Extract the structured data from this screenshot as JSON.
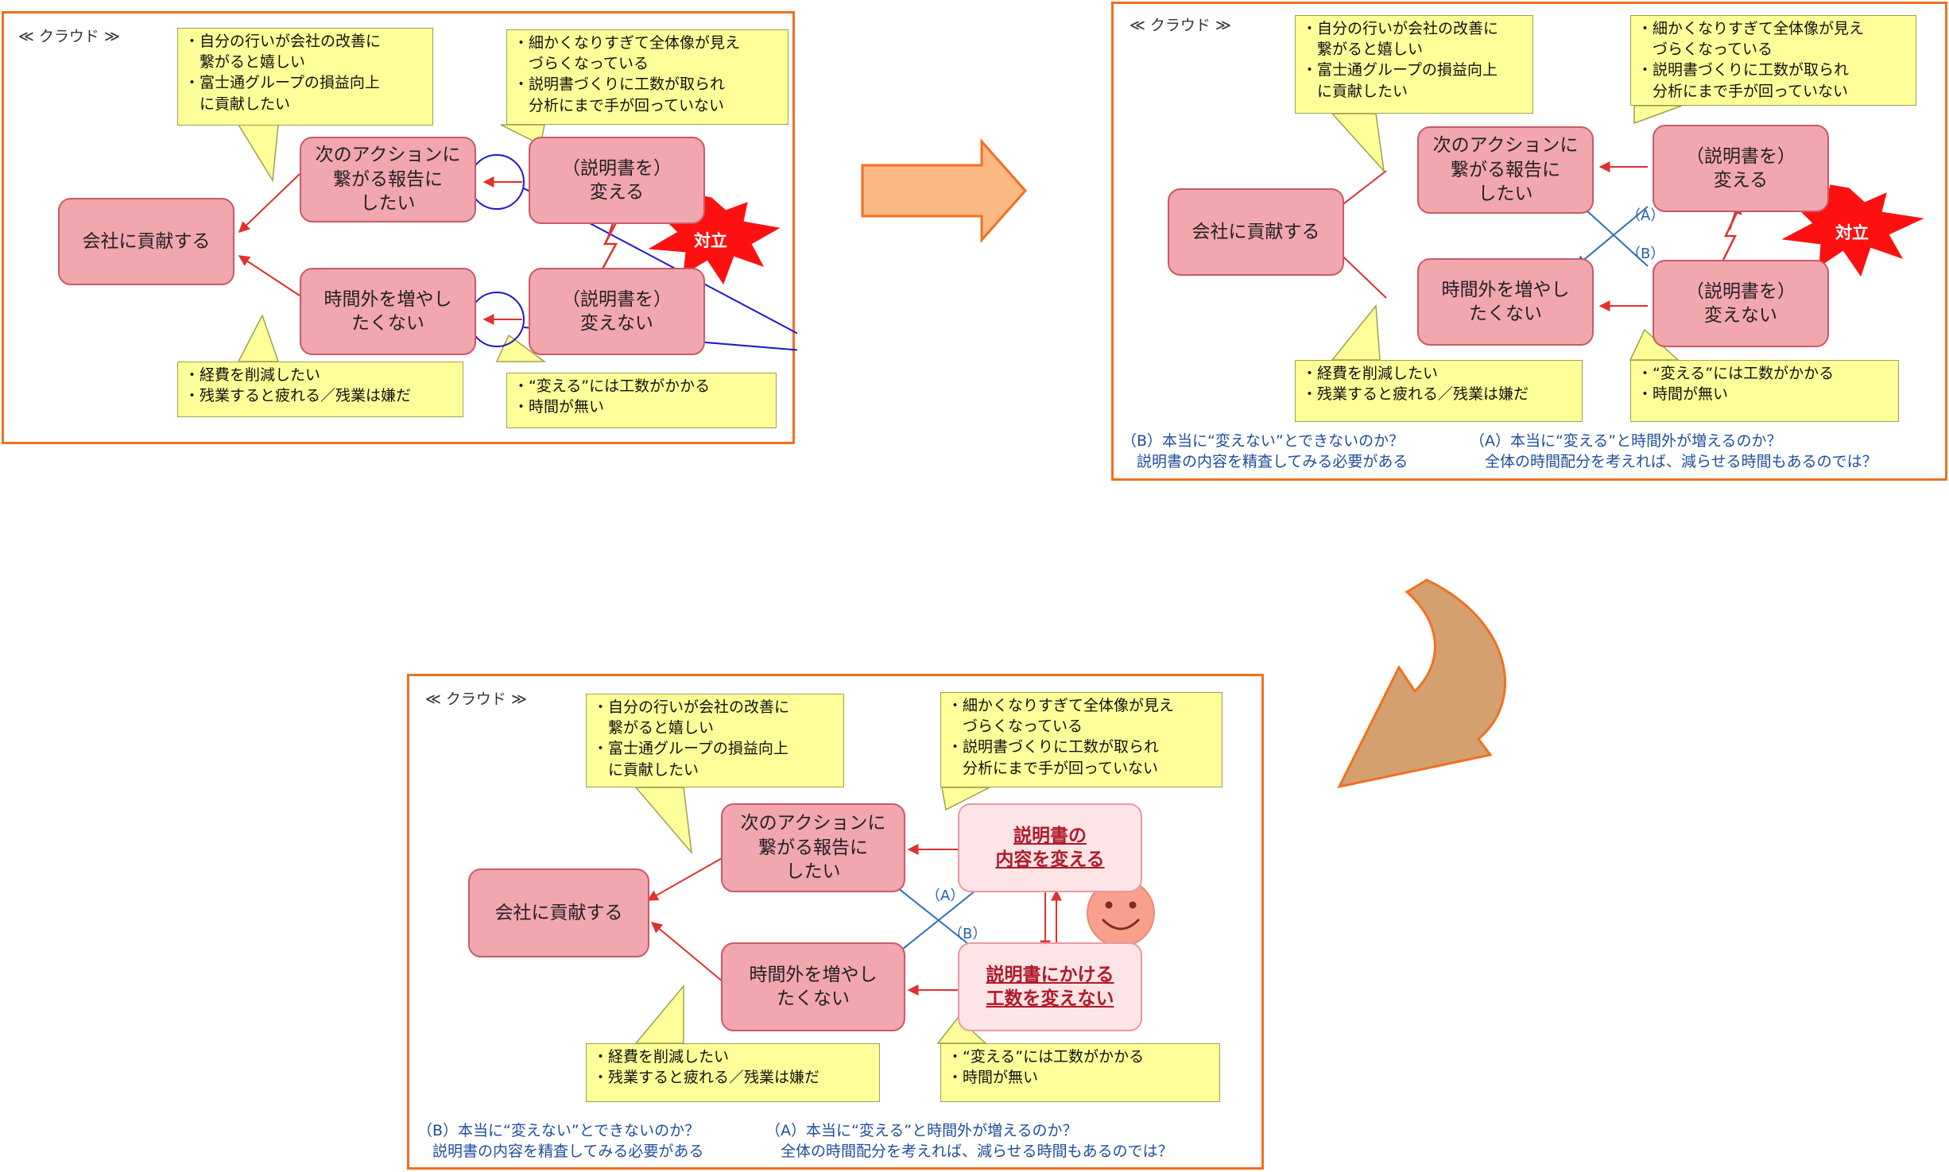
{
  "panels": {
    "cloud_title": "≪ クラウド ≫",
    "goal": "会社に貢献する",
    "need_report": "次のアクションに\n繋がる報告に\nしたい",
    "need_time": "時間外を増やし\nたくない",
    "change": "（説明書を）\n変える",
    "not_change": "（説明書を）\n変えない",
    "change_final": "説明書の\n内容を変える",
    "not_change_final": "説明書にかける\n工数を変えない",
    "note_goal_top": "・自分の行いが会社の改善に\n　繋がると嬉しい\n・富士通グループの損益向上\n　に貢献したい",
    "note_goal_bottom": "・経費を削減したい\n・残業すると疲れる／残業は嫌だ",
    "note_change": "・細かくなりすぎて全体像が見え\n　づらくなっている\n・説明書づくりに工数が取られ\n　分析にまで手が回っていない",
    "note_not_change": "・“変える”には工数がかかる\n・時間が無い",
    "conflict": "対立",
    "label_a": "（A）",
    "label_b": "（B）",
    "question_b": "（B）本当に“変えない”とできないのか？\n　説明書の内容を精査してみる必要がある",
    "question_a": "（A）本当に“変える”と時間外が増えるのか？\n　全体の時間配分を考えれば、減らせる時間もあるのでは？"
  },
  "colors": {
    "panel_border": "#f07020",
    "node_fill": "#f2a6ad",
    "note_fill": "#ffff99",
    "arrow_red": "#e03030",
    "cross_blue": "#2e6fb8",
    "big_arrow": "#fbb882"
  },
  "icons": {
    "smiley": "smiley-face-icon",
    "conflict": "explosion-icon"
  }
}
